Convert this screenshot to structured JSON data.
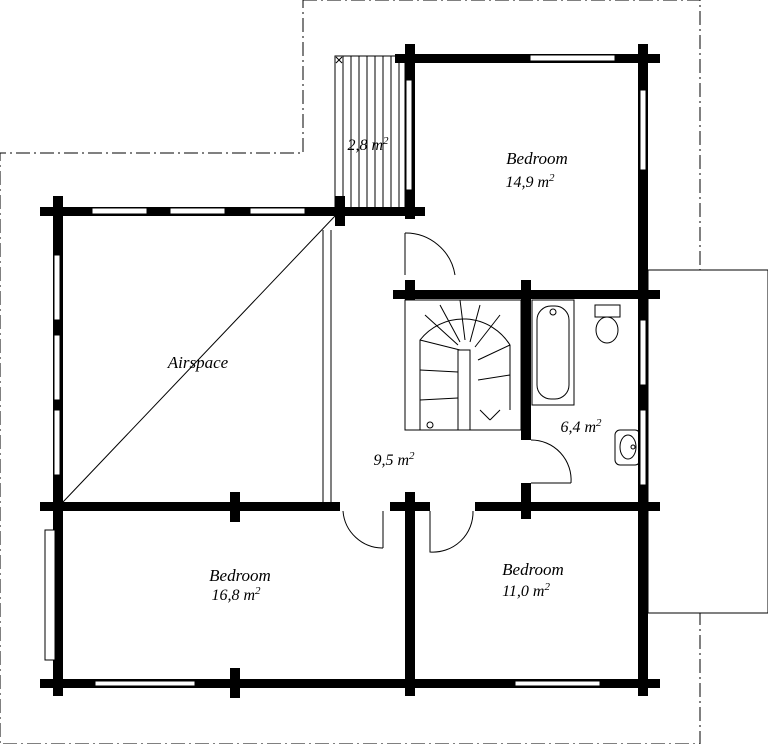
{
  "plan": {
    "rooms": [
      {
        "id": "bedroom-ne",
        "name": "Bedroom",
        "area": "14,9 m",
        "unit_sup": "2"
      },
      {
        "id": "bedroom-sw",
        "name": "Bedroom",
        "area": "16,8 m",
        "unit_sup": "2"
      },
      {
        "id": "bedroom-se",
        "name": "Bedroom",
        "area": "11,0 m",
        "unit_sup": "2"
      },
      {
        "id": "airspace",
        "name": "Airspace"
      },
      {
        "id": "hall",
        "area": "9,5 m",
        "unit_sup": "2"
      },
      {
        "id": "bathroom",
        "area": "6,4 m",
        "unit_sup": "2"
      },
      {
        "id": "balcony",
        "area": "2,8 m",
        "unit_sup": "2"
      }
    ],
    "colors": {
      "wall": "#000000",
      "background": "#ffffff",
      "outline": "#000000"
    }
  }
}
